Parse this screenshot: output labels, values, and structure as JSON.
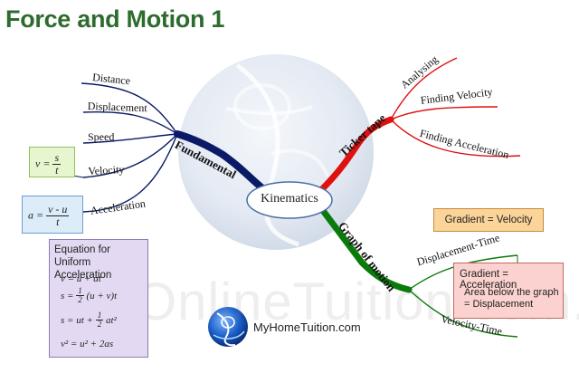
{
  "title": "Force and Motion 1",
  "center": "Kinematics",
  "branches": {
    "fundamental": {
      "label": "Fundamental",
      "color": "#0a1a66",
      "items": [
        "Distance",
        "Displacement",
        "Speed",
        "Velocity",
        "Acceleration"
      ]
    },
    "ticker_tape": {
      "label": "Ticker tape",
      "color": "#e01010",
      "items": [
        "Analysing",
        "Finding Velocity",
        "Finding Acceleration"
      ]
    },
    "graph_of_motion": {
      "label": "Graph of motion",
      "color": "#0a7a0a",
      "items": [
        "Displacement-Time",
        "Velocity-Time"
      ]
    }
  },
  "notes": {
    "gradient_velocity": "Gradient = Velocity",
    "gradient_acceleration": "Gradient = Acceleration",
    "area_below": "Area below the graph = Displacement"
  },
  "formulas": {
    "velocity": {
      "lhs": "v =",
      "num": "s",
      "den": "t"
    },
    "acceleration": {
      "lhs": "a =",
      "num": "v - u",
      "den": "t"
    }
  },
  "equations_box": {
    "title": "Equation for Uniform Acceleration",
    "eq1": "v = u + at",
    "eq2_pre": "s =",
    "eq2_num": "1",
    "eq2_den": "2",
    "eq2_post": "(u + v)t",
    "eq3_pre": "s = ut +",
    "eq3_num": "1",
    "eq3_den": "2",
    "eq3_post": "at²",
    "eq4": "v² = u² + 2as"
  },
  "watermark": "OnlineTuition.com.my",
  "logo": {
    "text": "MyHomeTuition.com",
    "icon": "globe-icon"
  },
  "colors": {
    "title": "#2e6b2e",
    "velocity_box": "#e6f7cf",
    "acceleration_box": "#dcecf9",
    "equation_box": "#e3d9f2",
    "gradient_velocity_box": "#fbd49a",
    "gradient_acceleration_box": "#fbd2cf"
  }
}
